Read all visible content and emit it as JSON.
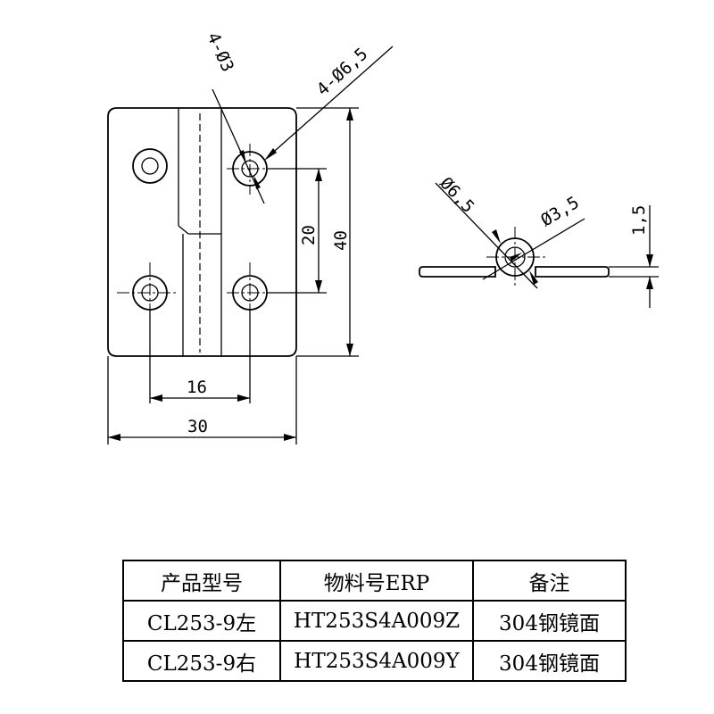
{
  "dimensions": {
    "small_holes": "4-Ø3",
    "large_holes": "4-Ø6,5",
    "hole_spacing_vertical": "20",
    "height": "40",
    "hole_spacing_horizontal": "16",
    "width": "30",
    "side_outer_diameter": "Ø6,5",
    "side_inner_diameter": "Ø3,5",
    "thickness": "1,5"
  },
  "table": {
    "headers": [
      "产品型号",
      "物料号ERP",
      "备注"
    ],
    "rows": [
      [
        "CL253-9左",
        "HT253S4A009Z",
        "304钢镜面"
      ],
      [
        "CL253-9右",
        "HT253S4A009Y",
        "304钢镜面"
      ]
    ]
  }
}
